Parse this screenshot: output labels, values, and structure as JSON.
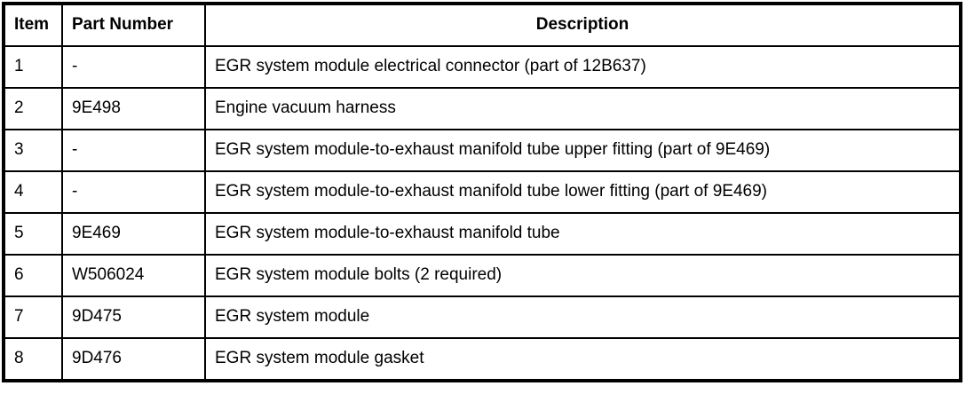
{
  "table": {
    "columns": {
      "item": "Item",
      "part_number": "Part Number",
      "description": "Description"
    },
    "rows": [
      {
        "item": "1",
        "part_number": "-",
        "description": "EGR system module electrical connector (part of 12B637)"
      },
      {
        "item": "2",
        "part_number": "9E498",
        "description": "Engine vacuum harness"
      },
      {
        "item": "3",
        "part_number": "-",
        "description": "EGR system module-to-exhaust manifold tube upper fitting (part of 9E469)"
      },
      {
        "item": "4",
        "part_number": "-",
        "description": "EGR system module-to-exhaust manifold tube lower fitting (part of 9E469)"
      },
      {
        "item": "5",
        "part_number": "9E469",
        "description": "EGR system module-to-exhaust manifold tube"
      },
      {
        "item": "6",
        "part_number": "W506024",
        "description": "EGR system module bolts (2 required)"
      },
      {
        "item": "7",
        "part_number": "9D475",
        "description": "EGR system module"
      },
      {
        "item": "8",
        "part_number": "9D476",
        "description": "EGR system module gasket"
      }
    ],
    "colors": {
      "border": "#000000",
      "text": "#000000",
      "background": "#ffffff"
    }
  }
}
